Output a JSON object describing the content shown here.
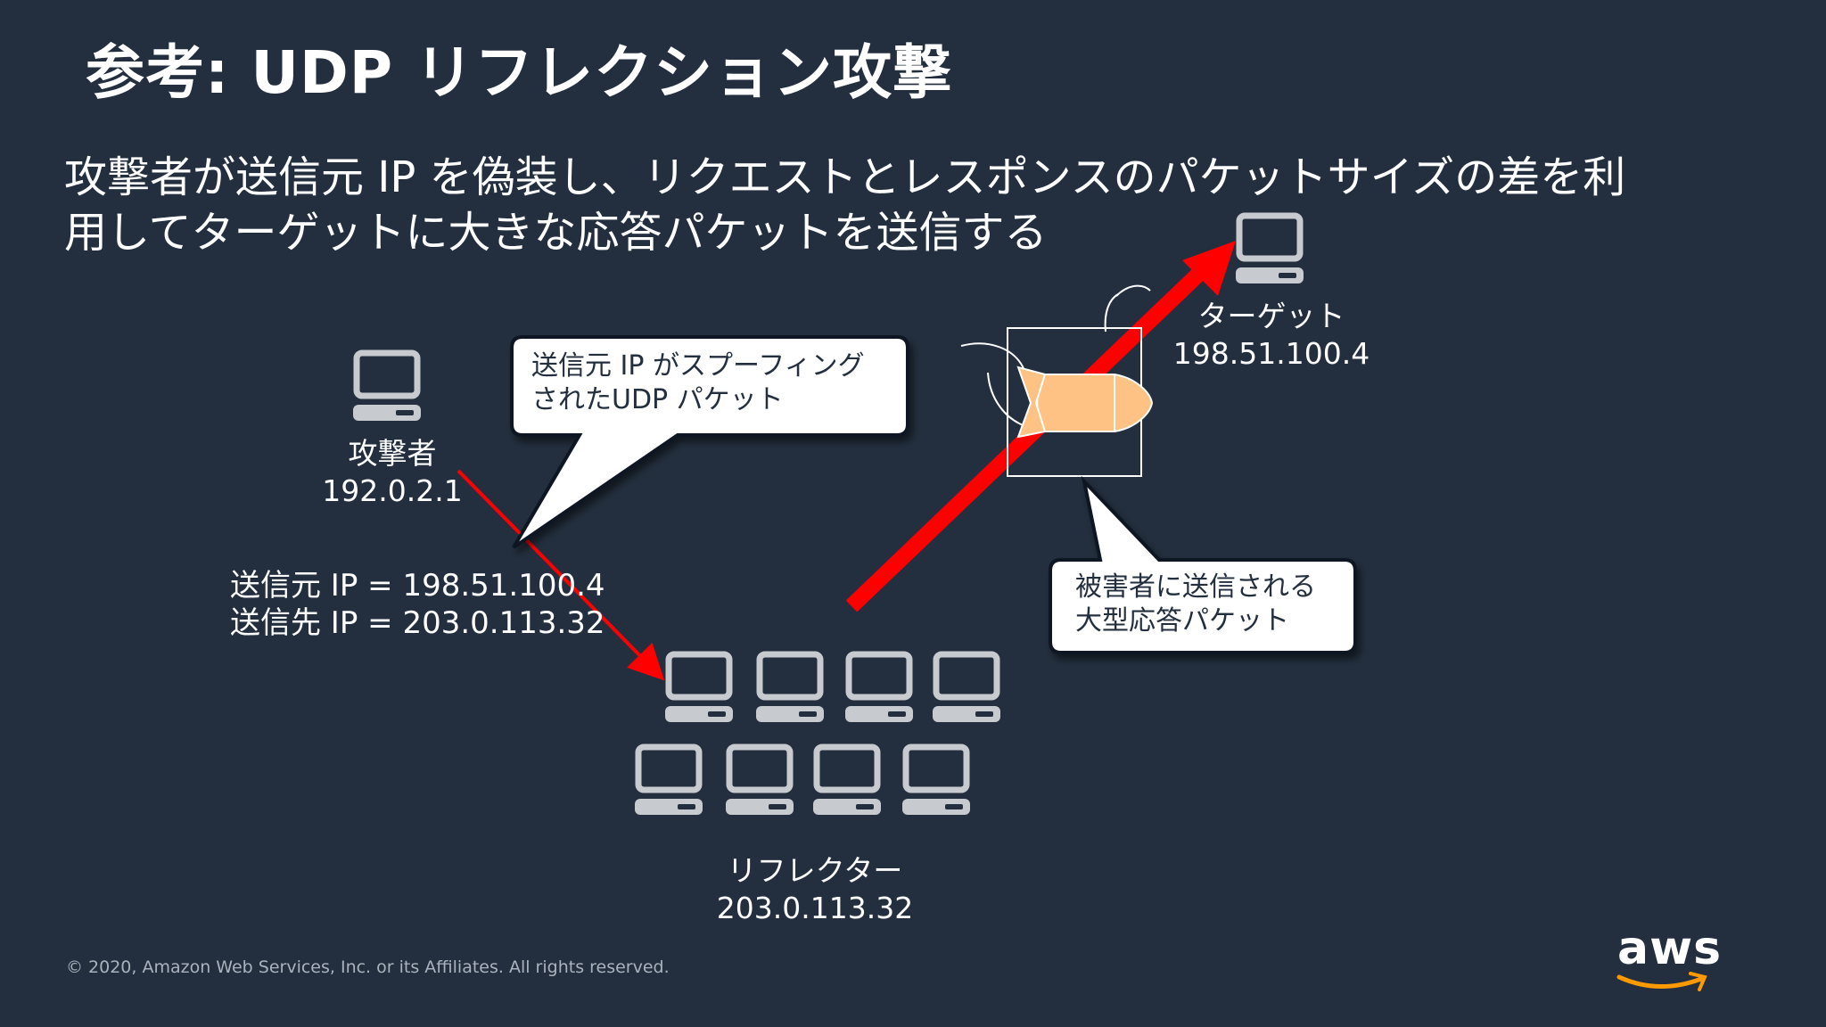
{
  "slide": {
    "title": "参考: UDP リフレクション攻撃",
    "description_lines": [
      "攻撃者が送信元 IP を偽装し、リクエストとレスポンスのパケットサイズの差を利",
      "用してターゲットに大きな応答パケットを送信する"
    ]
  },
  "nodes": {
    "attacker": {
      "role": "攻撃者",
      "ip": "192.0.2.1",
      "icon": "computer-icon"
    },
    "target": {
      "role": "ターゲット",
      "ip": "198.51.100.4",
      "icon": "computer-icon"
    },
    "reflector": {
      "role": "リフレクター",
      "ip": "203.0.113.32",
      "icon": "computer-icon"
    }
  },
  "packet": {
    "src_line": "送信元 IP = 198.51.100.4",
    "dst_line": "送信先 IP = 203.0.113.32"
  },
  "callouts": {
    "spoof": {
      "line1": "送信元 IP がスプーフィング",
      "line2": "されたUDP パケット"
    },
    "victim": {
      "line1": "被害者に送信される",
      "line2": "大型応答パケット"
    }
  },
  "footer": {
    "copyright": "© 2020, Amazon Web Services, Inc. or its Affiliates. All rights reserved.",
    "logo_text": "aws"
  },
  "colors": {
    "background": "#232f3e",
    "arrow_red": "#ff0000",
    "bomb_orange": "#ffc285",
    "aws_smile": "#ff9900",
    "icon_gray": "#c7cacf"
  }
}
